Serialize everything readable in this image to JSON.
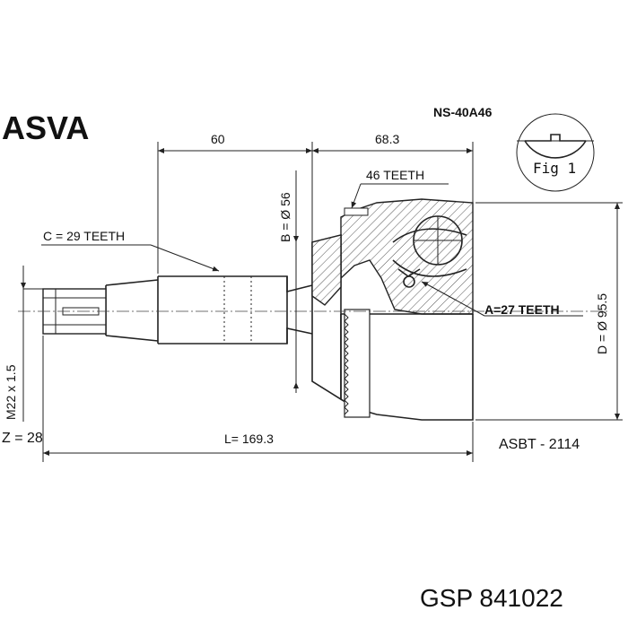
{
  "brand": "ASVA",
  "part_number": "NS-40A46",
  "figure_label": "Fig 1",
  "dimensions": {
    "top_left": "60",
    "top_right": "68.3",
    "teeth_46": "46 TEETH",
    "bore": "B = Ø 56",
    "shaft_teeth": "C = 29 TEETH",
    "inner_teeth": "A=27 TEETH",
    "outer_diameter": "D = Ø 95.5",
    "thread": "M22 x 1.5",
    "z": "Z = 28",
    "length": "L= 169.3"
  },
  "asbt_code": "ASBT - 2114",
  "footer_code": "GSP 841022"
}
